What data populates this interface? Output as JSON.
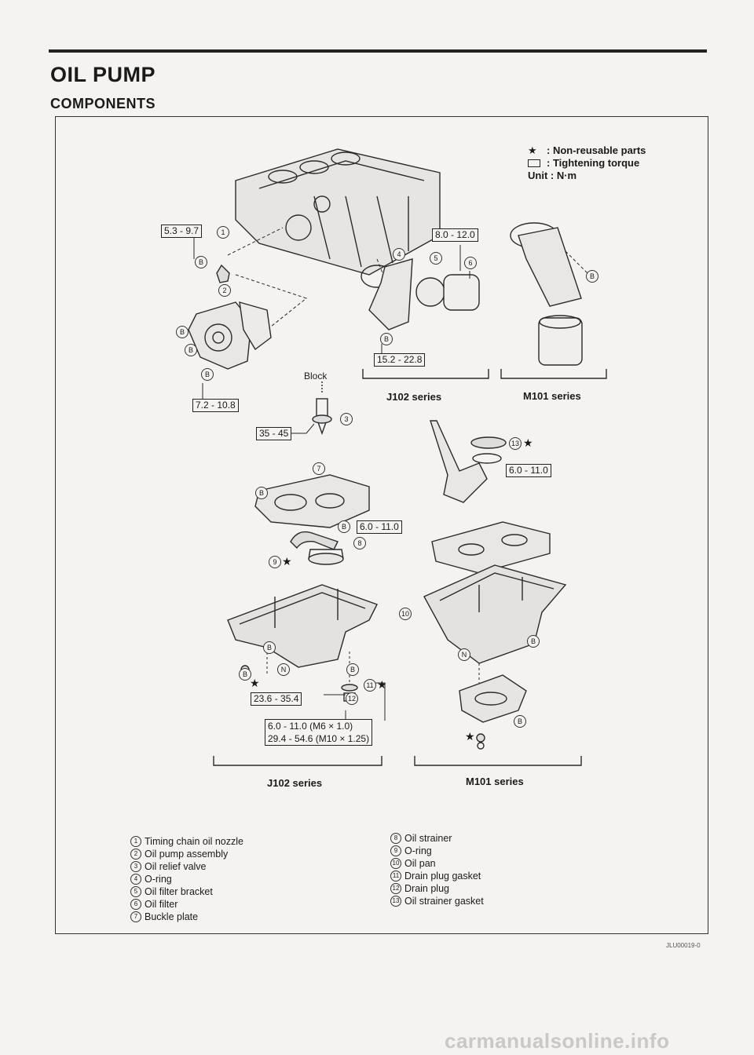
{
  "header": {
    "title": "OIL PUMP",
    "subtitle": "COMPONENTS"
  },
  "legend": {
    "star_symbol": "★",
    "star_text": ": Non-reusable parts",
    "box_text": ": Tightening torque",
    "unit_text": "Unit : N·m"
  },
  "torques": {
    "t1": "5.3 - 9.7",
    "t2": "8.0 - 12.0",
    "t3": "15.2 - 22.8",
    "t4": "7.2 - 10.8",
    "t5": "35 - 45",
    "t6": "6.0 - 11.0",
    "t7": "6.0 - 11.0",
    "t8": "23.6 - 35.4",
    "t9_line1": "6.0 - 11.0 (M6 × 1.0)",
    "t9_line2": "29.4 - 54.6 (M10 × 1.25)"
  },
  "labels": {
    "block": "Block"
  },
  "series": {
    "j102_top": "J102 series",
    "m101_top": "M101 series",
    "j102_bottom": "J102 series",
    "m101_bottom": "M101 series"
  },
  "callouts": {
    "c1": "1",
    "c2": "2",
    "c3": "3",
    "c4": "4",
    "c5": "5",
    "c6": "6",
    "c7": "7",
    "c8": "8",
    "c9": "9",
    "c10": "10",
    "c11": "11",
    "c12": "12",
    "c13": "13",
    "b": "B",
    "n": "N"
  },
  "parts_left": [
    {
      "num": "1",
      "name": "Timing chain oil nozzle"
    },
    {
      "num": "2",
      "name": "Oil pump assembly"
    },
    {
      "num": "3",
      "name": "Oil relief valve"
    },
    {
      "num": "4",
      "name": "O-ring"
    },
    {
      "num": "5",
      "name": "Oil filter bracket"
    },
    {
      "num": "6",
      "name": "Oil filter"
    },
    {
      "num": "7",
      "name": "Buckle plate"
    }
  ],
  "parts_right": [
    {
      "num": "8",
      "name": "Oil strainer"
    },
    {
      "num": "9",
      "name": "O-ring"
    },
    {
      "num": "10",
      "name": "Oil pan"
    },
    {
      "num": "11",
      "name": "Drain plug gasket"
    },
    {
      "num": "12",
      "name": "Drain plug"
    },
    {
      "num": "13",
      "name": "Oil strainer gasket"
    }
  ],
  "figure_ref": "JLU00019-0",
  "footer": "carmanualsonline.info"
}
